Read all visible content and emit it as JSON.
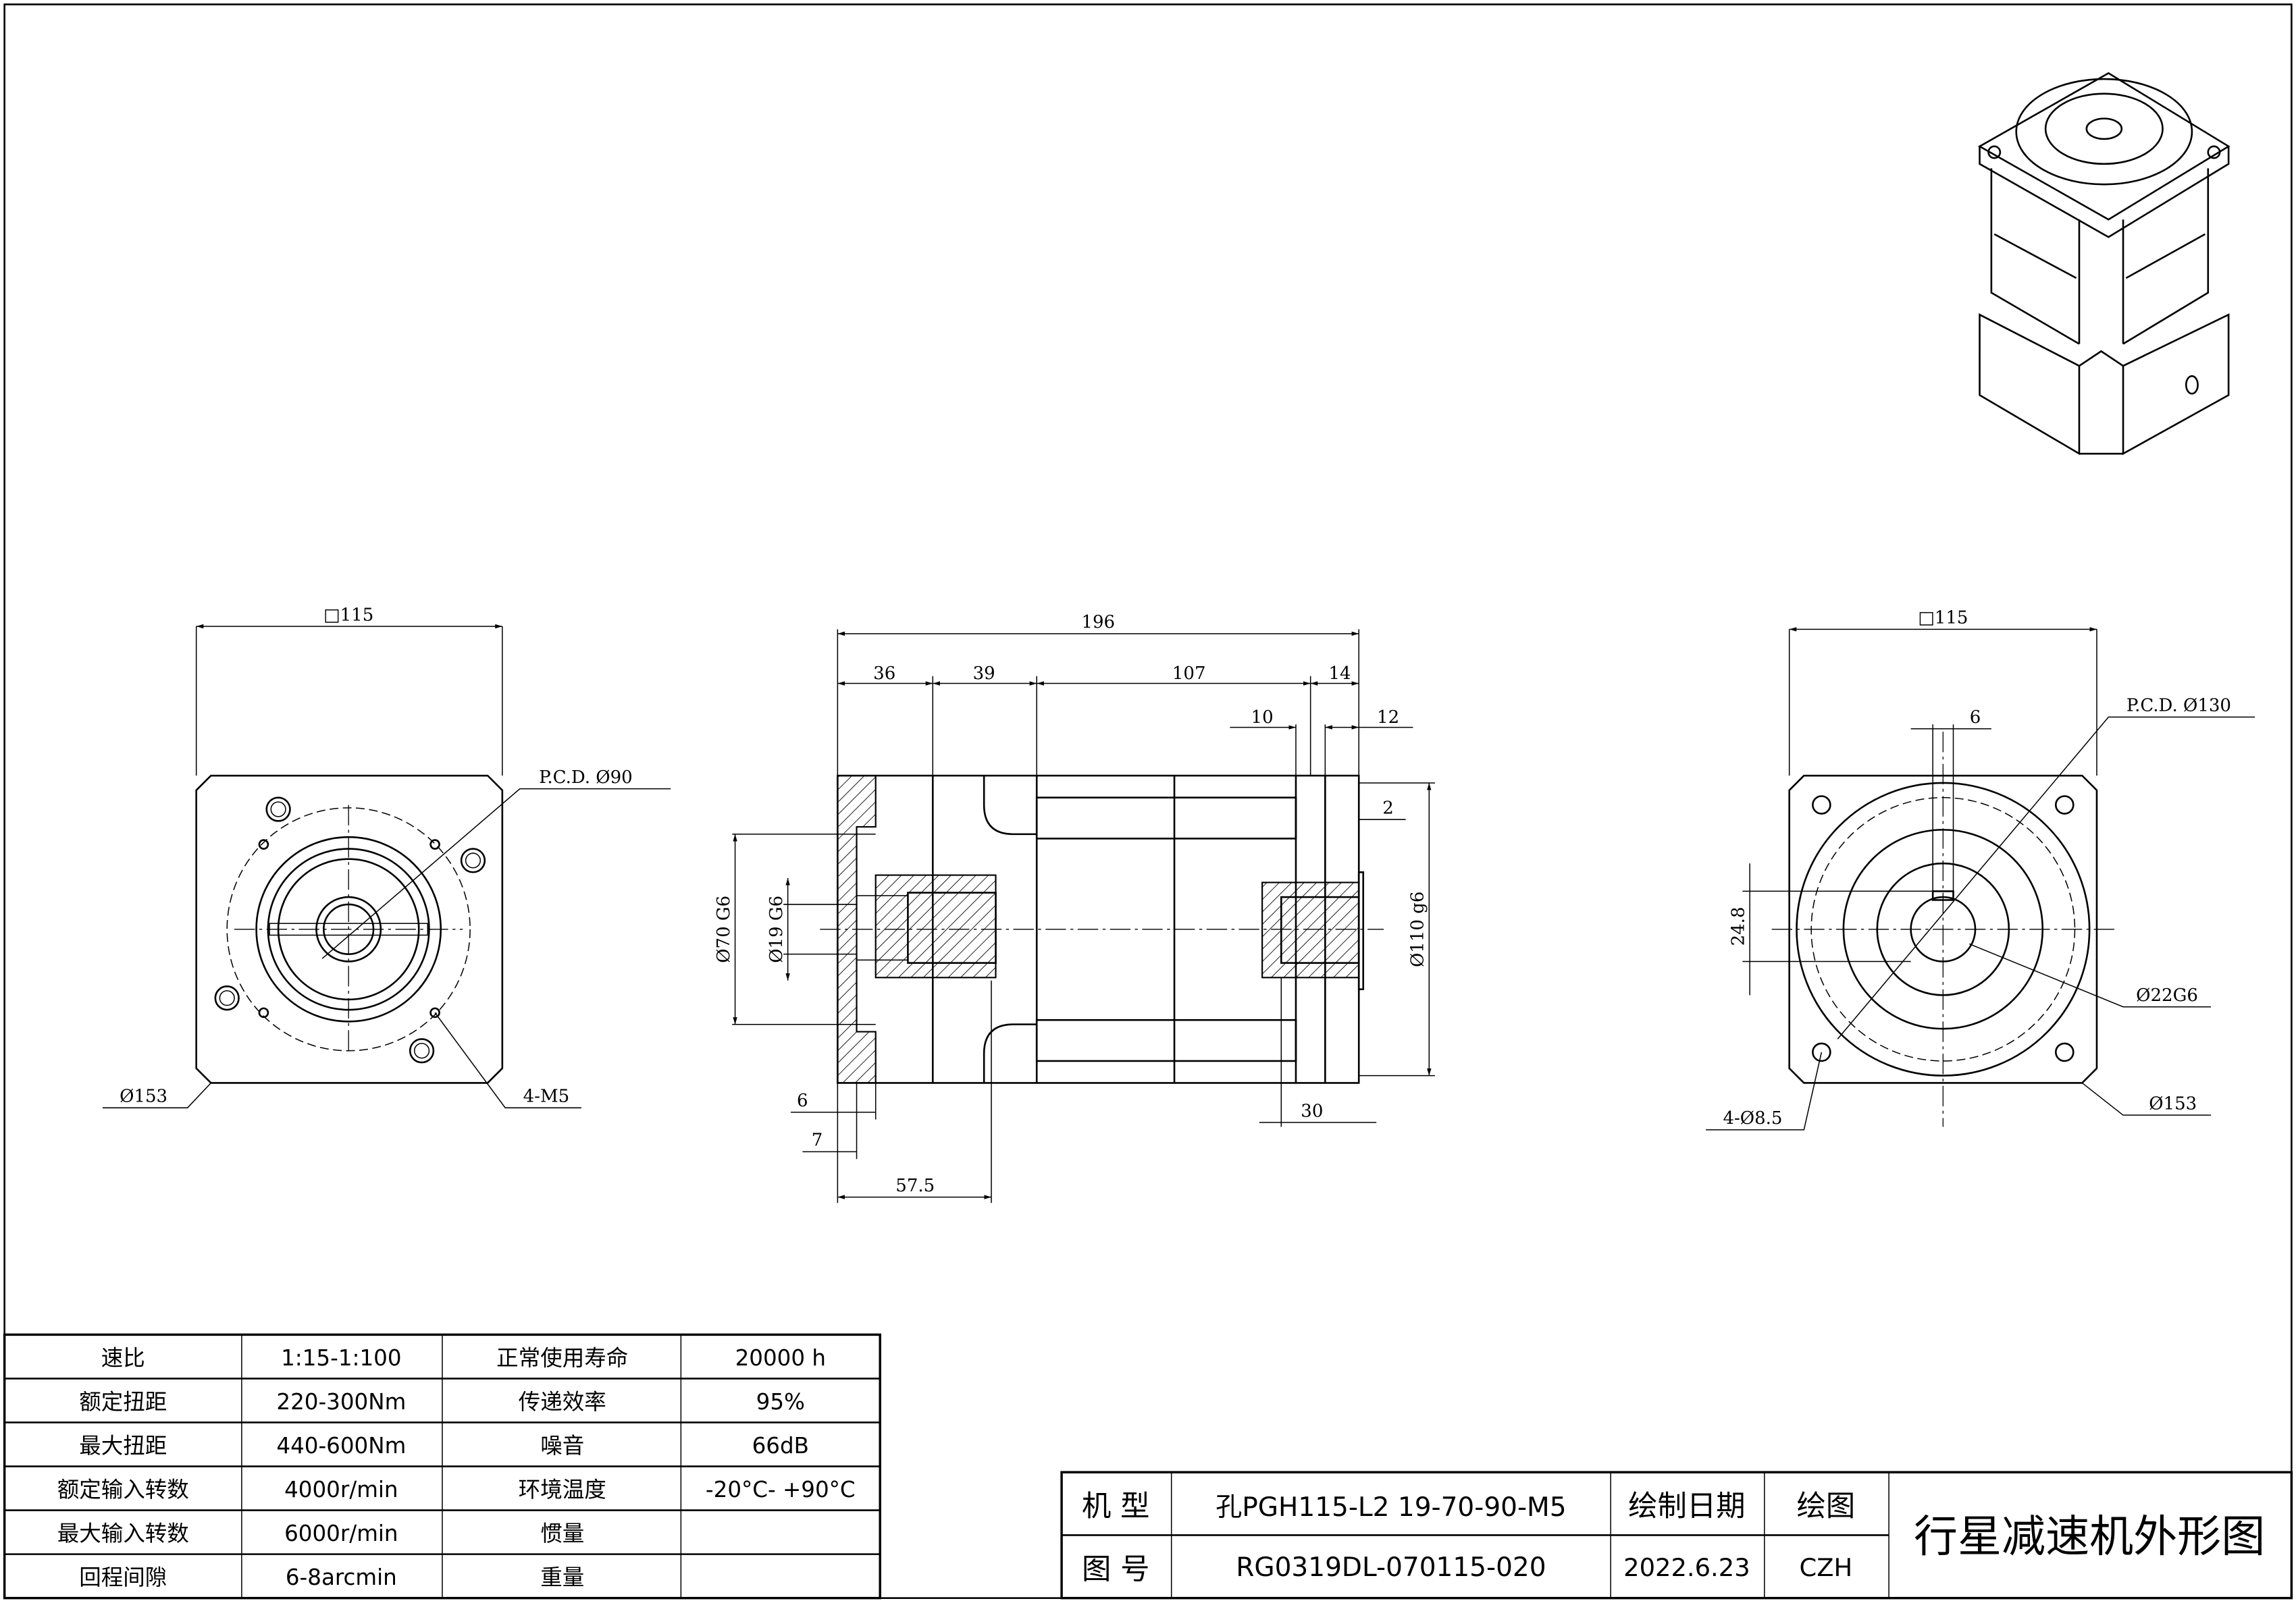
{
  "dimensions": {
    "left_view": {
      "square": "□115",
      "pcd": "P.C.D.  Ø90",
      "outer_dia": "Ø153",
      "holes": "4-M5"
    },
    "side_view": {
      "overall": "196",
      "d36": "36",
      "d39": "39",
      "d107": "107",
      "d14": "14",
      "d10": "10",
      "d12": "12",
      "d2": "2",
      "bore70": "Ø70 G6",
      "bore19": "Ø19 G6",
      "pilot110": "Ø110 g6",
      "d6": "6",
      "d7": "7",
      "d57": "57.5",
      "d30": "30"
    },
    "right_view": {
      "square": "□115",
      "pcd": "P.C.D.  Ø130",
      "key": "6",
      "key_height": "24.8",
      "shaft": "Ø22G6",
      "outer_dia": "Ø153",
      "holes": "4-Ø8.5"
    }
  },
  "spec_table": {
    "rows": [
      [
        "速比",
        "1:15-1:100",
        "正常使用寿命",
        "20000 h"
      ],
      [
        "额定扭距",
        "220-300Nm",
        "传递效率",
        "95%"
      ],
      [
        "最大扭距",
        "440-600Nm",
        "噪音",
        "66dB"
      ],
      [
        "额定输入转数",
        "4000r/min",
        "环境温度",
        "-20°C- +90°C"
      ],
      [
        "最大输入转数",
        "6000r/min",
        "惯量",
        ""
      ],
      [
        "回程间隙",
        "6-8arcmin",
        "重量",
        ""
      ]
    ]
  },
  "title_block": {
    "model_label": "机  型",
    "model_value": "孔PGH115-L2  19-70-90-M5",
    "date_label": "绘制日期",
    "drawer_label": "绘图",
    "drawing_no_label": "图  号",
    "drawing_no_value": "RG0319DL-070115-020",
    "date_value": "2022.6.23",
    "drawer_value": "CZH",
    "title": "行星减速机外形图"
  }
}
